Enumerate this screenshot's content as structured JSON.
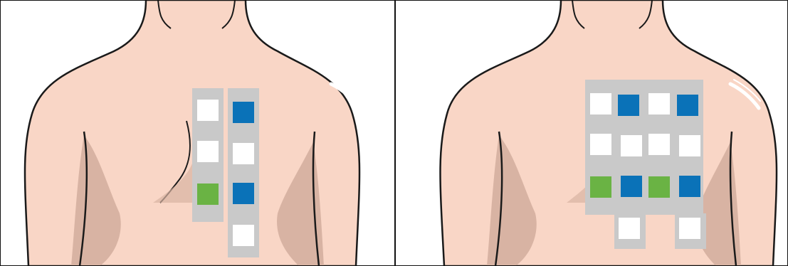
{
  "colors": {
    "skin": "#f9d6c6",
    "skin_shadow": "#d8b3a3",
    "outline": "#1a1a1a",
    "strip_gray": "#c9c9c9",
    "chamber_white": "#ffffff",
    "chamber_blue": "#0a72b8",
    "chamber_green": "#6ab344"
  },
  "panels": [
    {
      "id": "left",
      "strips": [
        {
          "chambers": [
            "white",
            "white",
            "green"
          ]
        },
        {
          "chambers": [
            "blue",
            "white",
            "blue",
            "white"
          ]
        }
      ]
    },
    {
      "id": "right",
      "grid": [
        [
          "white",
          "blue",
          "white",
          "blue"
        ],
        [
          "white",
          "white",
          "white",
          "white"
        ],
        [
          "green",
          "blue",
          "green",
          "blue"
        ],
        [
          null,
          "white",
          null,
          "white"
        ]
      ]
    }
  ]
}
